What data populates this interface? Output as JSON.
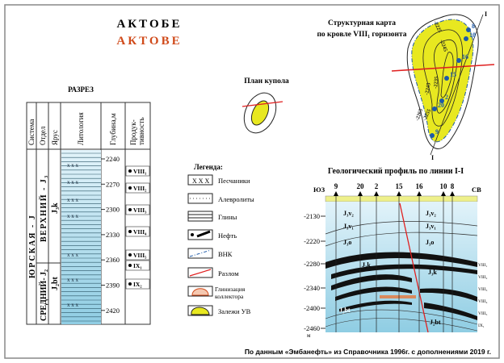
{
  "title_ru": "АКТОБЕ",
  "title_lat": "АКТОВЕ",
  "section": {
    "title": "РАЗРЕЗ",
    "headers": [
      "Система",
      "Отдел",
      "Ярус",
      "Литология",
      "Глубина,м",
      "Продук-",
      "тивность"
    ],
    "system": "ЮРСКАЯ - J",
    "upper": "ВЕРХНИЙ - J₃",
    "middle": "СРЕДНИЙ- J₂",
    "stage_upper": "J₃k",
    "stage_middle": "J₂bt",
    "depths": [
      "2240",
      "2270",
      "2300",
      "2330",
      "2360",
      "2390",
      "2420"
    ],
    "horizons": [
      "VIII₁",
      "VIII₂",
      "VIII₃",
      "VIII₄",
      "VIII₅",
      "IX₁",
      "IX₂"
    ]
  },
  "dome": {
    "title": "План купола"
  },
  "map": {
    "title1": "Структурная карта",
    "title2": "по кровле VIII₁ горизонта",
    "contours": [
      "-2265",
      "-2255",
      "-2245",
      "-2235",
      "-2225"
    ],
    "wells": [
      "8",
      "10",
      "16",
      "15",
      "2",
      "20",
      "9"
    ],
    "line_label": "I"
  },
  "legend": {
    "title": "Легенда:",
    "items": [
      "Песчаники",
      "Алевролиты",
      "Глины",
      "Нефть",
      "ВНК",
      "Разлом",
      "Глинизация",
      "коллектора",
      "Залежи УВ"
    ]
  },
  "profile": {
    "title": "Геологический профиль по линии I-I",
    "sw": "ЮЗ",
    "ne": "СВ",
    "wells": [
      "9",
      "20",
      "2",
      "15",
      "16",
      "10",
      "8"
    ],
    "depths": [
      "-2130",
      "-2220",
      "-2280",
      "-2340",
      "-2400",
      "-2460"
    ],
    "unit": "м",
    "units": [
      "J₃v₂",
      "J₃v₁",
      "J₃o",
      "J₃k",
      "J₃v₂",
      "J₃v₁",
      "J₃o",
      "J₃k",
      "J₂bt",
      "J₂bt"
    ],
    "right_labels": [
      "VIII₁",
      "VIII₂",
      "VIII₃",
      "VIII₄",
      "VIII₅",
      "IX₁"
    ]
  },
  "footer": "По данным «Эмбанефть» из Справочника 1996г. с дополнениями 2019 г.",
  "colors": {
    "yellow": "#e8e820",
    "blue": "#bfe4f0",
    "red": "#e02020",
    "accent": "#d04a1a"
  }
}
